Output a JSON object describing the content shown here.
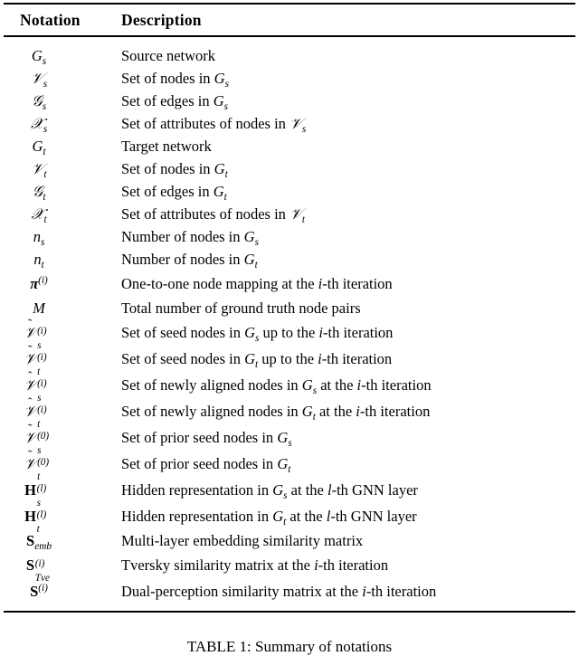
{
  "table": {
    "columns": [
      "Notation",
      "Description"
    ],
    "rows": [
      {
        "notation_text": "G_s",
        "description": "Source network"
      },
      {
        "notation_text": "V_s",
        "description": "Set of nodes in G_s"
      },
      {
        "notation_text": "E_s",
        "description": "Set of edges in G_s"
      },
      {
        "notation_text": "X_s",
        "description": "Set of attributes of nodes in V_s"
      },
      {
        "notation_text": "G_t",
        "description": "Target network"
      },
      {
        "notation_text": "V_t",
        "description": "Set of nodes in G_t"
      },
      {
        "notation_text": "E_t",
        "description": "Set of edges in G_t"
      },
      {
        "notation_text": "X_t",
        "description": "Set of attributes of nodes in V_t"
      },
      {
        "notation_text": "n_s",
        "description": "Number of nodes in G_s"
      },
      {
        "notation_text": "n_t",
        "description": "Number of nodes in G_t"
      },
      {
        "notation_text": "pi^(i)",
        "description": "One-to-one node mapping at the i-th iteration"
      },
      {
        "notation_text": "M",
        "description": "Total number of ground truth node pairs"
      },
      {
        "notation_text": "tilde-V_s^(i)",
        "description": "Set of seed nodes in G_s up to the i-th iteration"
      },
      {
        "notation_text": "tilde-V_t^(i)",
        "description": "Set of seed nodes in G_t up to the i-th iteration"
      },
      {
        "notation_text": "hat-V_s^(i)",
        "description": "Set of newly aligned nodes in G_s at the i-th iteration"
      },
      {
        "notation_text": "hat-V_t^(i)",
        "description": "Set of newly aligned nodes in G_t at the i-th iteration"
      },
      {
        "notation_text": "tilde-V_s^(0)",
        "description": "Set of prior seed nodes in G_s"
      },
      {
        "notation_text": "tilde-V_t^(0)",
        "description": "Set of prior seed nodes in G_t"
      },
      {
        "notation_text": "H_s^(l)",
        "description": "Hidden representation in G_s at the l-th GNN layer"
      },
      {
        "notation_text": "H_t^(l)",
        "description": "Hidden representation in G_t at the l-th GNN layer"
      },
      {
        "notation_text": "S_emb",
        "description": "Multi-layer embedding similarity matrix"
      },
      {
        "notation_text": "S_Tve^(i)",
        "description": "Tversky similarity matrix at the i-th iteration"
      },
      {
        "notation_text": "S^(i)",
        "description": "Dual-perception similarity matrix at the i-th iteration"
      }
    ]
  },
  "caption": {
    "label": "TABLE 1:",
    "text": "TABLE 1: Summary of notations"
  },
  "style": {
    "rule_color": "#000000",
    "text_color": "#000000",
    "background": "#ffffff"
  }
}
